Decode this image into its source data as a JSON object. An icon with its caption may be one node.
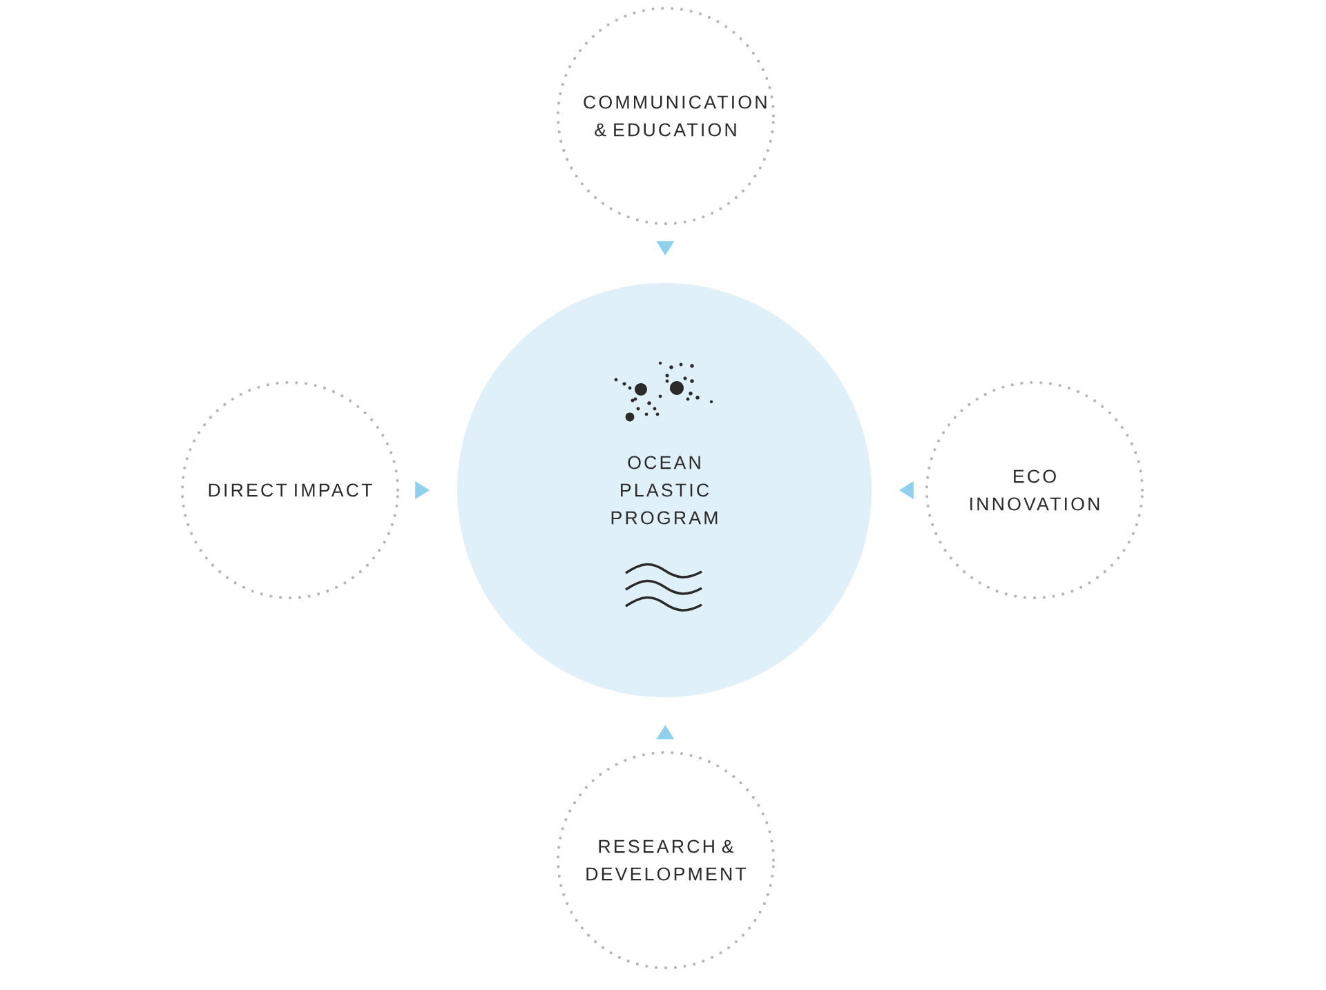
{
  "diagram": {
    "nodes": [
      {
        "text": [
          "COMMUNICATION & EDUCATION"
        ]
      },
      {
        "text": [
          "DIRECT IMPACT"
        ]
      },
      {
        "text": [
          "OCEAN PLASTIC PROGRAM"
        ]
      },
      {
        "text": [
          "ECO INNOVATION"
        ]
      },
      {
        "text": [
          "RESEARCH & DEVELOPMENT"
        ]
      }
    ],
    "edges": [
      {
        "from": 0,
        "to": 2,
        "arrow": "to"
      },
      {
        "from": 1,
        "to": 2,
        "arrow": "to"
      },
      {
        "from": 3,
        "to": 2,
        "arrow": "to"
      },
      {
        "from": 4,
        "to": 2,
        "arrow": "to"
      }
    ]
  }
}
